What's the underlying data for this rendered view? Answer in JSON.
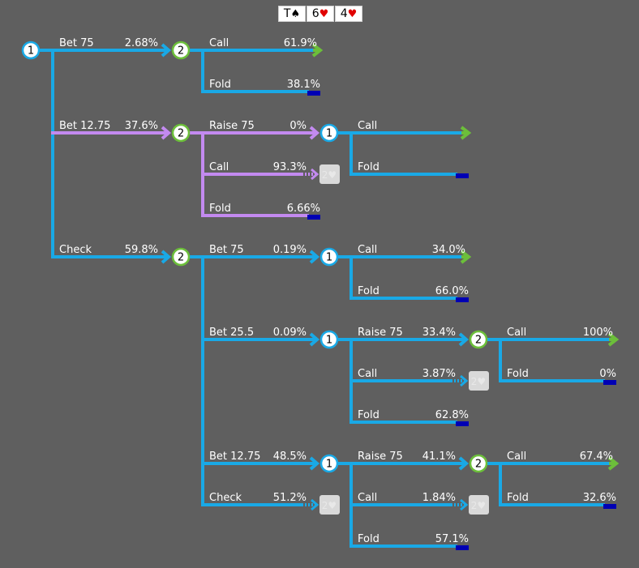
{
  "board": [
    {
      "rank": "T",
      "suit": "♠",
      "color": "#000000"
    },
    {
      "rank": "6",
      "suit": "♥",
      "color": "#e00000"
    },
    {
      "rank": "4",
      "suit": "♥",
      "color": "#e00000"
    }
  ],
  "colors": {
    "blue": "#19a9e6",
    "purple": "#c38af0",
    "green_arrow": "#6cbf3a",
    "fold_bar": "#0000b4",
    "node_blue": "#19a9e6",
    "node_green": "#6cbf3a",
    "terminal_box": "#d9d9d9"
  },
  "nodes": [
    {
      "id": "n0",
      "player": "1",
      "ring": "blue"
    },
    {
      "id": "n1",
      "player": "2",
      "ring": "green"
    },
    {
      "id": "n2",
      "player": "2",
      "ring": "green"
    },
    {
      "id": "n3",
      "player": "1",
      "ring": "blue"
    },
    {
      "id": "n4",
      "player": "2",
      "ring": "green"
    },
    {
      "id": "n5",
      "player": "1",
      "ring": "blue"
    },
    {
      "id": "n6",
      "player": "1",
      "ring": "blue"
    },
    {
      "id": "n7",
      "player": "2",
      "ring": "green"
    },
    {
      "id": "n8",
      "player": "1",
      "ring": "blue"
    },
    {
      "id": "n9",
      "player": "2",
      "ring": "green"
    }
  ],
  "terminals": [
    {
      "id": "t1",
      "text": "2♥"
    },
    {
      "id": "t2",
      "text": "2♥"
    },
    {
      "id": "t3",
      "text": "2♥"
    },
    {
      "id": "t4",
      "text": "2♥"
    }
  ],
  "edges": [
    {
      "from": "n0",
      "label": "Bet 75",
      "pct": "2.68%",
      "to": "n1",
      "color": "blue"
    },
    {
      "from": "n0",
      "label": "Bet 12.75",
      "pct": "37.6%",
      "to": "n2",
      "color": "purple"
    },
    {
      "from": "n0",
      "label": "Check",
      "pct": "59.8%",
      "to": "n4",
      "color": "blue"
    },
    {
      "from": "n1",
      "label": "Call",
      "pct": "61.9%",
      "end": "arrow",
      "color": "blue"
    },
    {
      "from": "n1",
      "label": "Fold",
      "pct": "38.1%",
      "end": "fold",
      "color": "blue"
    },
    {
      "from": "n2",
      "label": "Raise 75",
      "pct": "0%",
      "to": "n3",
      "color": "purple"
    },
    {
      "from": "n2",
      "label": "Call",
      "pct": "93.3%",
      "to": "t1",
      "color": "purple",
      "dotted": true
    },
    {
      "from": "n2",
      "label": "Fold",
      "pct": "6.66%",
      "end": "fold",
      "color": "purple"
    },
    {
      "from": "n3",
      "label": "Call",
      "pct": "",
      "end": "arrow",
      "color": "blue"
    },
    {
      "from": "n3",
      "label": "Fold",
      "pct": "",
      "end": "fold",
      "color": "blue"
    },
    {
      "from": "n4",
      "label": "Bet 75",
      "pct": "0.19%",
      "to": "n5",
      "color": "blue"
    },
    {
      "from": "n4",
      "label": "Bet 25.5",
      "pct": "0.09%",
      "to": "n6",
      "color": "blue"
    },
    {
      "from": "n4",
      "label": "Bet 12.75",
      "pct": "48.5%",
      "to": "n8",
      "color": "blue"
    },
    {
      "from": "n4",
      "label": "Check",
      "pct": "51.2%",
      "to": "t3",
      "color": "blue",
      "dotted": true
    },
    {
      "from": "n5",
      "label": "Call",
      "pct": "34.0%",
      "end": "arrow",
      "color": "blue"
    },
    {
      "from": "n5",
      "label": "Fold",
      "pct": "66.0%",
      "end": "fold",
      "color": "blue"
    },
    {
      "from": "n6",
      "label": "Raise 75",
      "pct": "33.4%",
      "to": "n7",
      "color": "blue"
    },
    {
      "from": "n6",
      "label": "Call",
      "pct": "3.87%",
      "to": "t2",
      "color": "blue",
      "dotted": true
    },
    {
      "from": "n6",
      "label": "Fold",
      "pct": "62.8%",
      "end": "fold",
      "color": "blue"
    },
    {
      "from": "n7",
      "label": "Call",
      "pct": "100%",
      "end": "arrow",
      "color": "blue"
    },
    {
      "from": "n7",
      "label": "Fold",
      "pct": "0%",
      "end": "fold",
      "color": "blue"
    },
    {
      "from": "n8",
      "label": "Raise 75",
      "pct": "41.1%",
      "to": "n9",
      "color": "blue"
    },
    {
      "from": "n8",
      "label": "Call",
      "pct": "1.84%",
      "to": "t4",
      "color": "blue",
      "dotted": true
    },
    {
      "from": "n8",
      "label": "Fold",
      "pct": "57.1%",
      "end": "fold",
      "color": "blue"
    },
    {
      "from": "n9",
      "label": "Call",
      "pct": "67.4%",
      "end": "arrow",
      "color": "blue"
    },
    {
      "from": "n9",
      "label": "Fold",
      "pct": "32.6%",
      "end": "fold",
      "color": "blue"
    }
  ]
}
